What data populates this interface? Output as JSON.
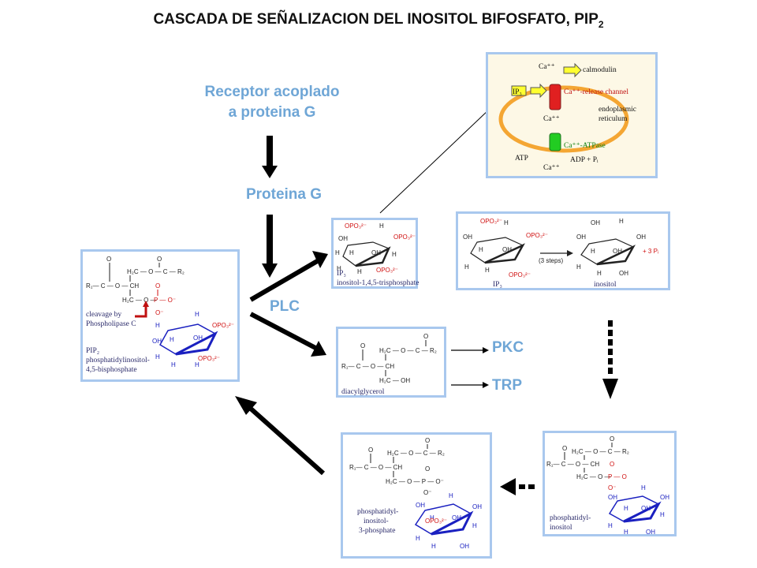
{
  "title": {
    "text": "CASCADA DE SEÑALIZACION DEL INOSITOL BIFOSFATO, PIP",
    "sub": "2"
  },
  "labels": {
    "receptor_line1": "Receptor acoplado",
    "receptor_line2": "a proteina G",
    "proteina_g": "Proteina G",
    "plc": "PLC",
    "pkc": "PKC",
    "trp": "TRP"
  },
  "pip2_panel": {
    "cleavage_1": "cleavage by",
    "cleavage_2": "Phospholipase C",
    "name_1": "PIP₂",
    "name_2": "phosphatidylinositol-",
    "name_3": "4,5-bisphosphate"
  },
  "ip3_panel": {
    "name_1": "IP₃",
    "name_2": "inositol-1,4,5-trisphosphate"
  },
  "dag_panel": {
    "name": "diacylglycerol"
  },
  "ip3_inositol_panel": {
    "steps": "(3 steps)",
    "left_name": "IP₃",
    "right_name": "inositol",
    "pi": "+ 3 Pᵢ"
  },
  "er_panel": {
    "calmodulin": "calmodulin",
    "release_channel": "Ca⁺⁺-release channel",
    "ip3": "IP₃",
    "er_1": "endoplasmic",
    "er_2": "reticulum",
    "ca_top": "Ca⁺⁺",
    "ca_mid": "Ca⁺⁺",
    "atpase": "Ca⁺⁺-ATPase",
    "atp": "ATP",
    "adp": "ADP + Pᵢ",
    "ca_bottom": "Ca⁺⁺"
  },
  "pi_panel": {
    "name_1": "phosphatidyl-",
    "name_2": "inositol"
  },
  "pi3p_panel": {
    "name_1": "phosphatidyl-",
    "name_2": "inositol-",
    "name_3": "3-phosphate"
  },
  "colors": {
    "panel_border": "#a9c8ee",
    "label_blue": "#6fa6d6",
    "arrow": "#000000",
    "er_fill": "#fdf8e6",
    "er_ring": "#f4a633"
  }
}
